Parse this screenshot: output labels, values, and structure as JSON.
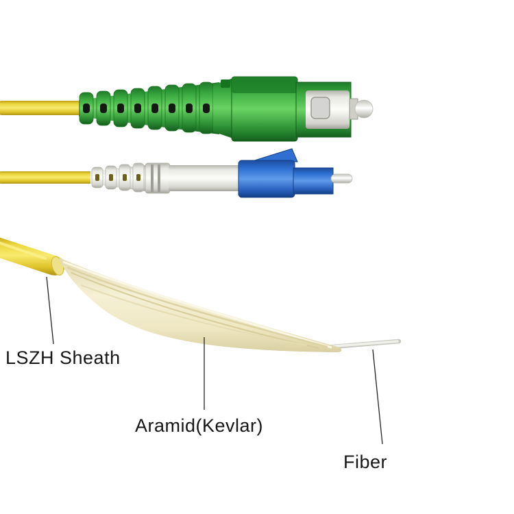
{
  "annotations": {
    "sheath_label": "LSZH Sheath",
    "aramid_label": "Aramid(Kevlar)",
    "fiber_label": "Fiber"
  },
  "colors": {
    "background": "#ffffff",
    "cable_yellow": "#edd63b",
    "sc_green": "#3cb24a",
    "sc_green_dark": "#15751f",
    "lc_blue": "#2f6fd1",
    "lc_blue_dark": "#123f85",
    "boot_ivory": "#efefe8",
    "aramid_cream": "#f2ecca",
    "ferrule_white": "#f7f7f4",
    "label_text": "#151515",
    "leader_line": "#222222"
  }
}
